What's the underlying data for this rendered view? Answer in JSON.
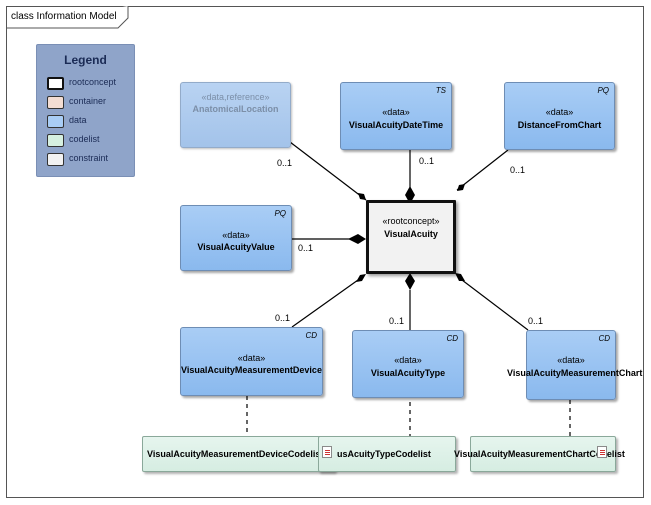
{
  "frame": {
    "title": "class Information Model"
  },
  "legend": {
    "title": "Legend",
    "items": [
      {
        "label": "rootconcept",
        "color": "#ffffff"
      },
      {
        "label": "container",
        "color": "#f3ddd3"
      },
      {
        "label": "data",
        "color": "#a9cdf5"
      },
      {
        "label": "codelist",
        "color": "#d6f0e0"
      },
      {
        "label": "constraint",
        "color": "#f2f2f2"
      }
    ]
  },
  "root": {
    "stereotype": "«rootconcept»",
    "name": "VisualAcuity"
  },
  "classes": {
    "anatomical_location": {
      "stereotype": "«data,reference»",
      "name": "AnatomicalLocation",
      "tag": "",
      "multiplicity": "0..1"
    },
    "date_time": {
      "stereotype": "«data»",
      "name": "VisualAcuityDateTime",
      "tag": "TS",
      "multiplicity": "0..1"
    },
    "distance": {
      "stereotype": "«data»",
      "name": "DistanceFromChart",
      "tag": "PQ",
      "multiplicity": "0..1"
    },
    "value": {
      "stereotype": "«data»",
      "name": "VisualAcuityValue",
      "tag": "PQ",
      "multiplicity": "0..1"
    },
    "device": {
      "stereotype": "«data»",
      "name": "VisualAcuityMeasurementDevice",
      "tag": "CD",
      "multiplicity": "0..1"
    },
    "type": {
      "stereotype": "«data»",
      "name": "VisualAcuityType",
      "tag": "CD",
      "multiplicity": "0..1"
    },
    "chart": {
      "stereotype": "«data»",
      "name": "VisualAcuityMeasurementChart",
      "tag": "CD",
      "multiplicity": "0..1"
    }
  },
  "codelists": {
    "device": {
      "name": "VisualAcuityMeasurementDeviceCodelist"
    },
    "type": {
      "name": "usAcuityTypeCodelist"
    },
    "chart": {
      "name": "VisualAcuityMeasurementChartCodelist"
    }
  }
}
